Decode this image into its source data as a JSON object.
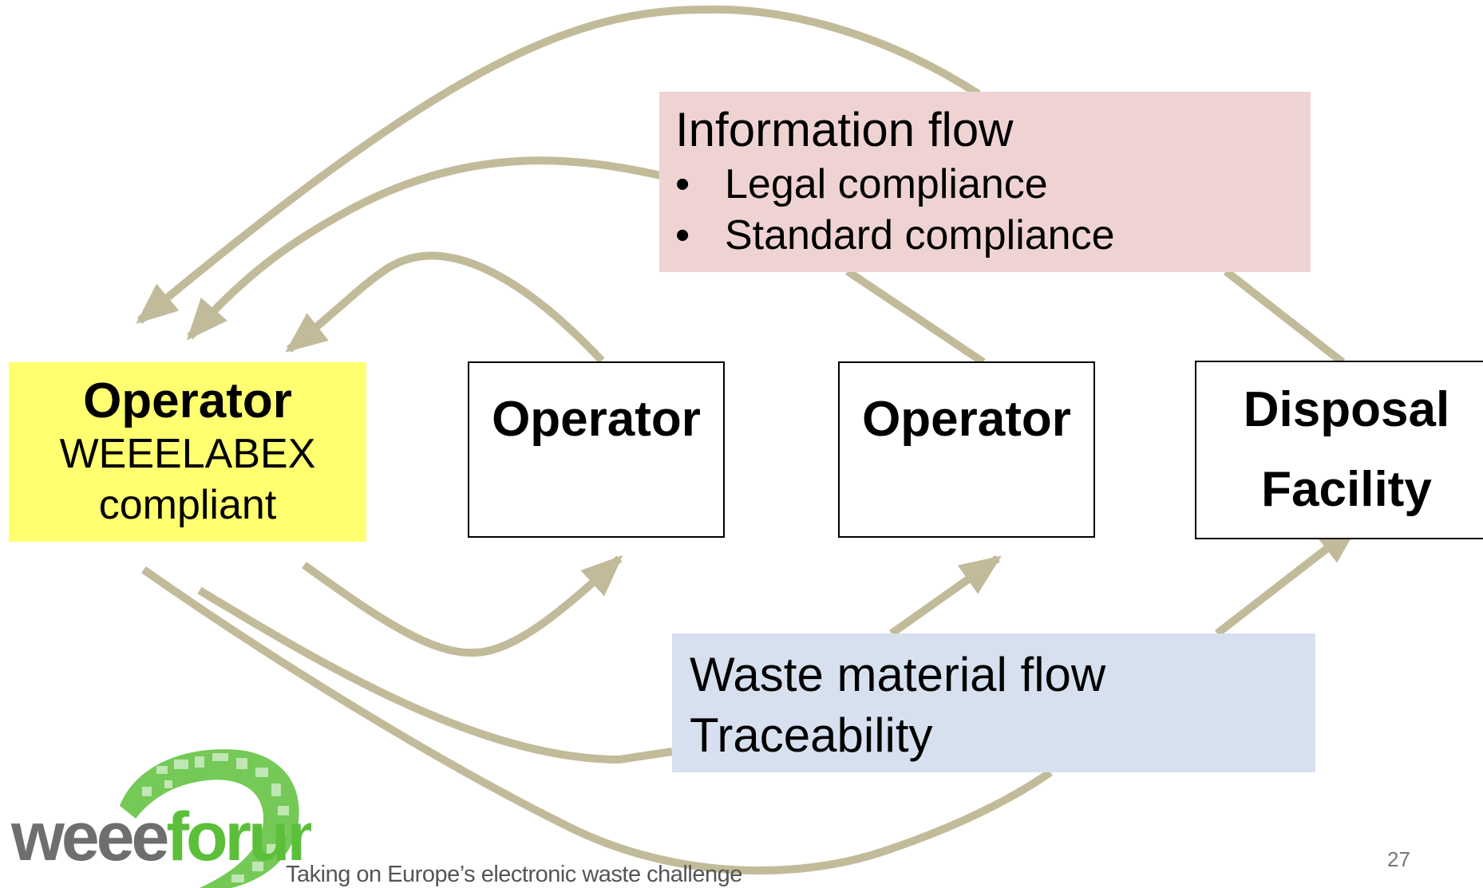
{
  "colors": {
    "arrow": "#c2bb9a",
    "operator_highlight": "#ffff70",
    "info_box": "#efd3d3",
    "waste_box": "#d6e0ef",
    "logo_grey": "#6e6e6e",
    "logo_green": "#5cbf3a"
  },
  "nodes": {
    "operator_compliant": {
      "title": "Operator",
      "line2": "WEEELABEX",
      "line3": "compliant"
    },
    "operator_2": {
      "title": "Operator"
    },
    "operator_3": {
      "title": "Operator"
    },
    "disposal": {
      "line1": "Disposal",
      "line2": "Facility"
    }
  },
  "info_flow": {
    "title": "Information flow",
    "bullet": "•",
    "items": [
      "Legal compliance",
      "Standard compliance"
    ]
  },
  "waste_flow": {
    "line1": "Waste material flow",
    "line2": "Traceability"
  },
  "footer": {
    "logo_text": "weeeforum",
    "logo_icon": "recycling-swirl-icon",
    "tagline": "Taking on Europe’s electronic waste challenge",
    "page_number": "27"
  }
}
